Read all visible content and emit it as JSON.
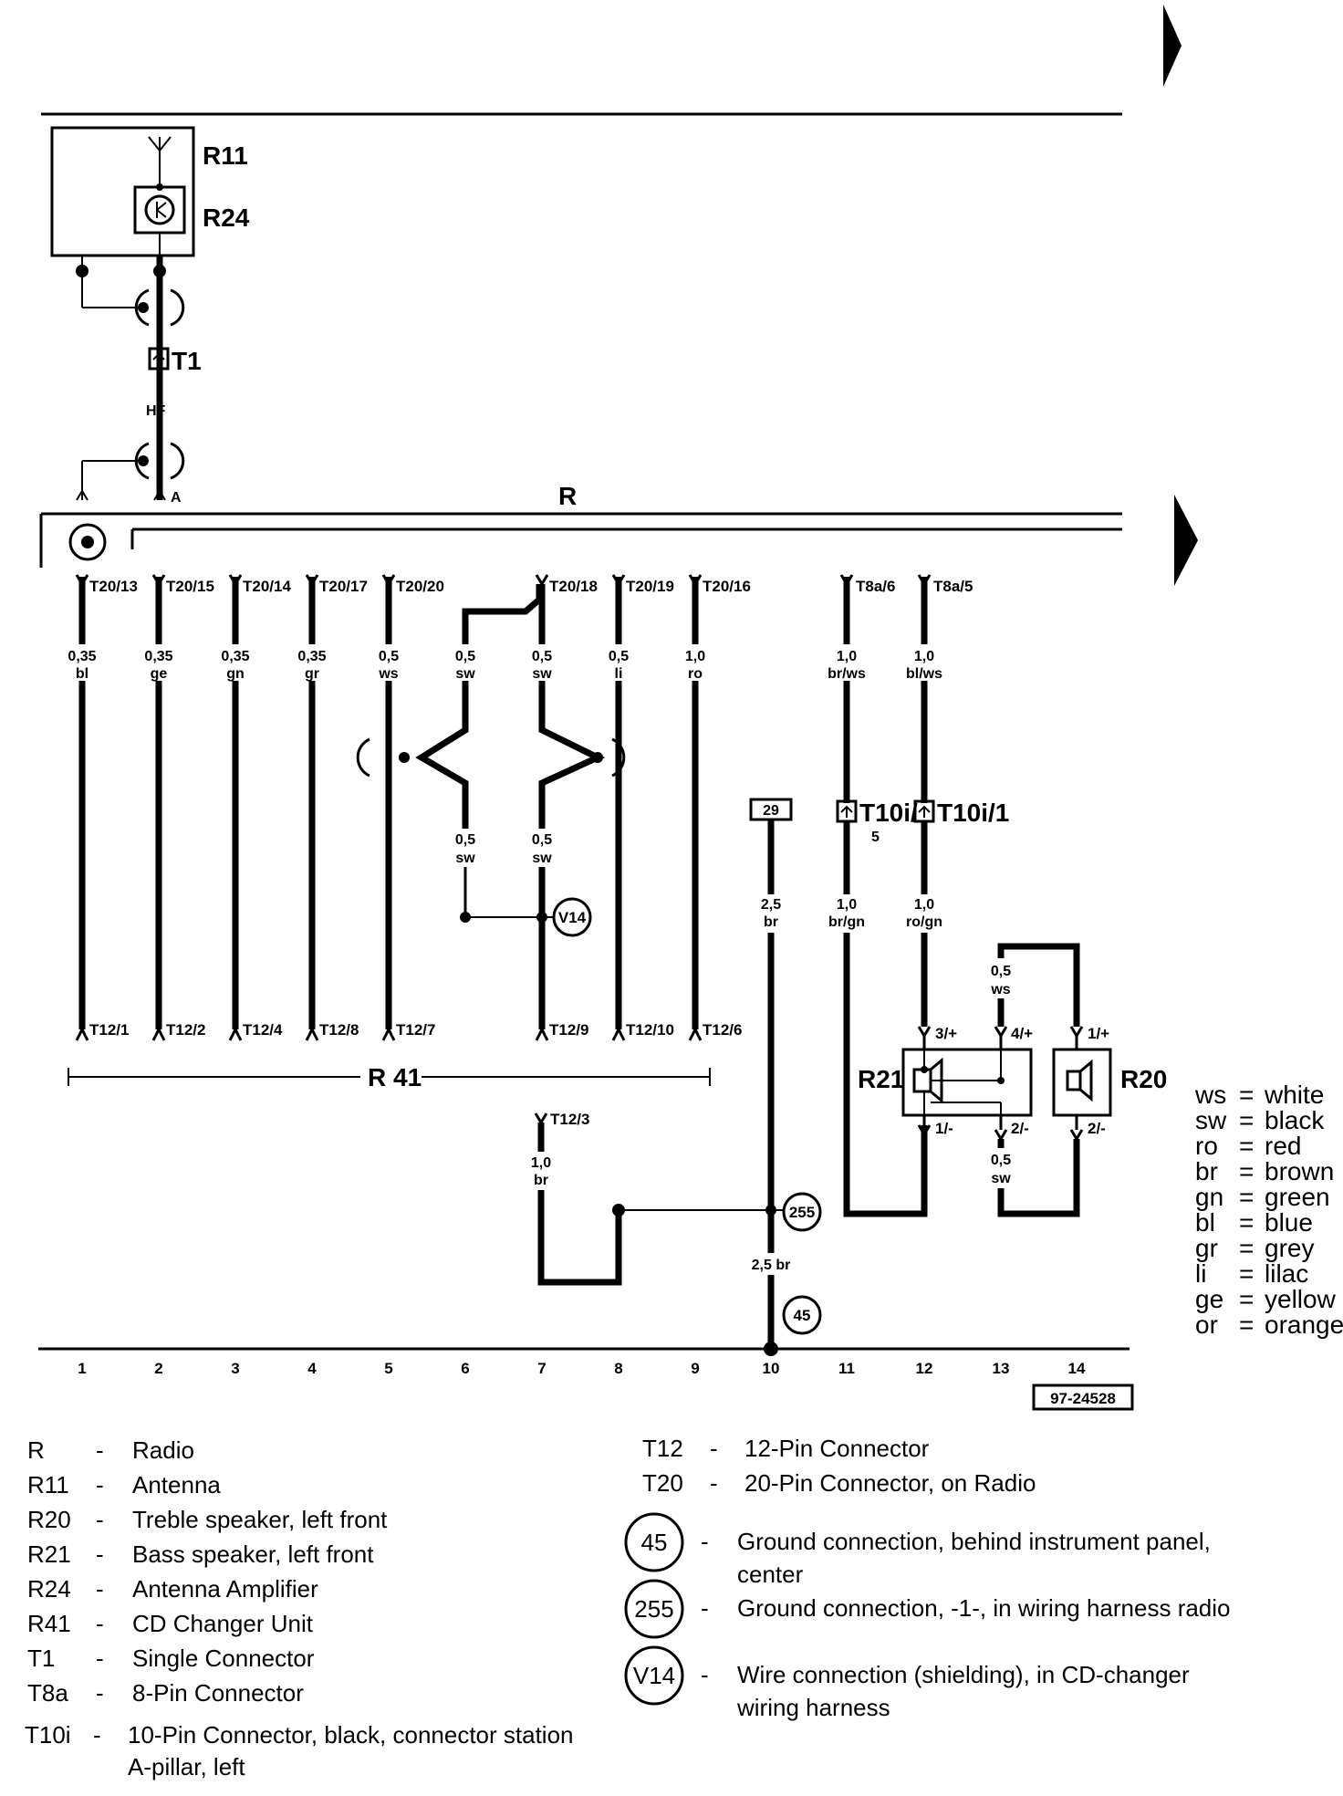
{
  "diagram": {
    "reference": "97-24528",
    "component_labels": {
      "R": "R",
      "R11": "R11",
      "R24": "R24",
      "R41": "R 41",
      "R21": "R21",
      "R20": "R20",
      "T1": "T1",
      "HF": "HF",
      "A": "A",
      "T12_3": "T12/3"
    },
    "columns": [
      "1",
      "2",
      "3",
      "4",
      "5",
      "6",
      "7",
      "8",
      "9",
      "10",
      "11",
      "12",
      "13",
      "14"
    ],
    "top_pins": [
      "T20/13",
      "T20/15",
      "T20/14",
      "T20/17",
      "T20/20",
      "T20/18",
      "T20/19",
      "T20/16",
      "T8a/6",
      "T8a/5"
    ],
    "bottom_pins": [
      "T12/1",
      "T12/2",
      "T12/4",
      "T12/8",
      "T12/7",
      "T12/9",
      "T12/10",
      "T12/6"
    ],
    "wires_upper": [
      {
        "size": "0,35",
        "color": "bl"
      },
      {
        "size": "0,35",
        "color": "ge"
      },
      {
        "size": "0,35",
        "color": "gn"
      },
      {
        "size": "0,35",
        "color": "gr"
      },
      {
        "size": "0,5",
        "color": "ws"
      },
      {
        "size": "0,5",
        "color": "sw"
      },
      {
        "size": "0,5",
        "color": "sw"
      },
      {
        "size": "0,5",
        "color": "li"
      },
      {
        "size": "1,0",
        "color": "ro"
      },
      {
        "size": "1,0",
        "color": "br/ws"
      },
      {
        "size": "1,0",
        "color": "bl/ws"
      }
    ],
    "wires_mid": [
      {
        "size": "0,5",
        "color": "sw"
      },
      {
        "size": "0,5",
        "color": "sw"
      },
      {
        "size": "2,5",
        "color": "br"
      },
      {
        "size": "1,0",
        "color": "br/gn"
      },
      {
        "size": "1,0",
        "color": "ro/gn"
      }
    ],
    "wires_right": [
      {
        "size": "0,5",
        "color": "ws"
      },
      {
        "size": "0,5",
        "color": "sw"
      },
      {
        "size": "1,0",
        "color": "br"
      }
    ],
    "wire_bottom_label": "2,5 br",
    "t10i": {
      "a": "T10i/",
      "a2": "5",
      "b": "T10i/1"
    },
    "terminal_29": "29",
    "grounds": {
      "g255": "255",
      "g45": "45",
      "v14": "V14"
    },
    "speaker_pins": {
      "p3": "3/+",
      "p4": "4/+",
      "p1a": "1/-",
      "p2a": "2/-",
      "p1b": "1/+",
      "p2b": "2/-"
    }
  },
  "color_key": [
    {
      "code": "ws",
      "name": "white"
    },
    {
      "code": "sw",
      "name": "black"
    },
    {
      "code": "ro",
      "name": "red"
    },
    {
      "code": "br",
      "name": "brown"
    },
    {
      "code": "gn",
      "name": "green"
    },
    {
      "code": "bl",
      "name": "blue"
    },
    {
      "code": "gr",
      "name": "grey"
    },
    {
      "code": "li",
      "name": "lilac"
    },
    {
      "code": "ge",
      "name": "yellow"
    },
    {
      "code": "or",
      "name": "orange"
    }
  ],
  "legend_left": [
    {
      "code": "R",
      "desc": "Radio"
    },
    {
      "code": "R11",
      "desc": "Antenna"
    },
    {
      "code": "R20",
      "desc": "Treble speaker, left front"
    },
    {
      "code": "R21",
      "desc": "Bass speaker, left front"
    },
    {
      "code": "R24",
      "desc": "Antenna Amplifier"
    },
    {
      "code": "R41",
      "desc": "CD Changer Unit"
    },
    {
      "code": "T1",
      "desc": "Single Connector"
    },
    {
      "code": "T8a",
      "desc": "8-Pin Connector"
    }
  ],
  "legend_t10i": {
    "code": "T10i",
    "desc1": "10-Pin Connector, black, connector station",
    "desc2": "A-pillar, left"
  },
  "legend_right": [
    {
      "code": "T12",
      "desc": "12-Pin Connector"
    },
    {
      "code": "T20",
      "desc": "20-Pin Connector, on Radio"
    }
  ],
  "legend_grounds": [
    {
      "code": "45",
      "desc1": "Ground connection, behind instrument panel,",
      "desc2": "center"
    },
    {
      "code": "255",
      "desc1": "Ground connection, -1-, in wiring harness radio",
      "desc2": ""
    },
    {
      "code": "V14",
      "desc1": "Wire connection (shielding), in CD-changer",
      "desc2": "wiring harness"
    }
  ],
  "dash": "-"
}
